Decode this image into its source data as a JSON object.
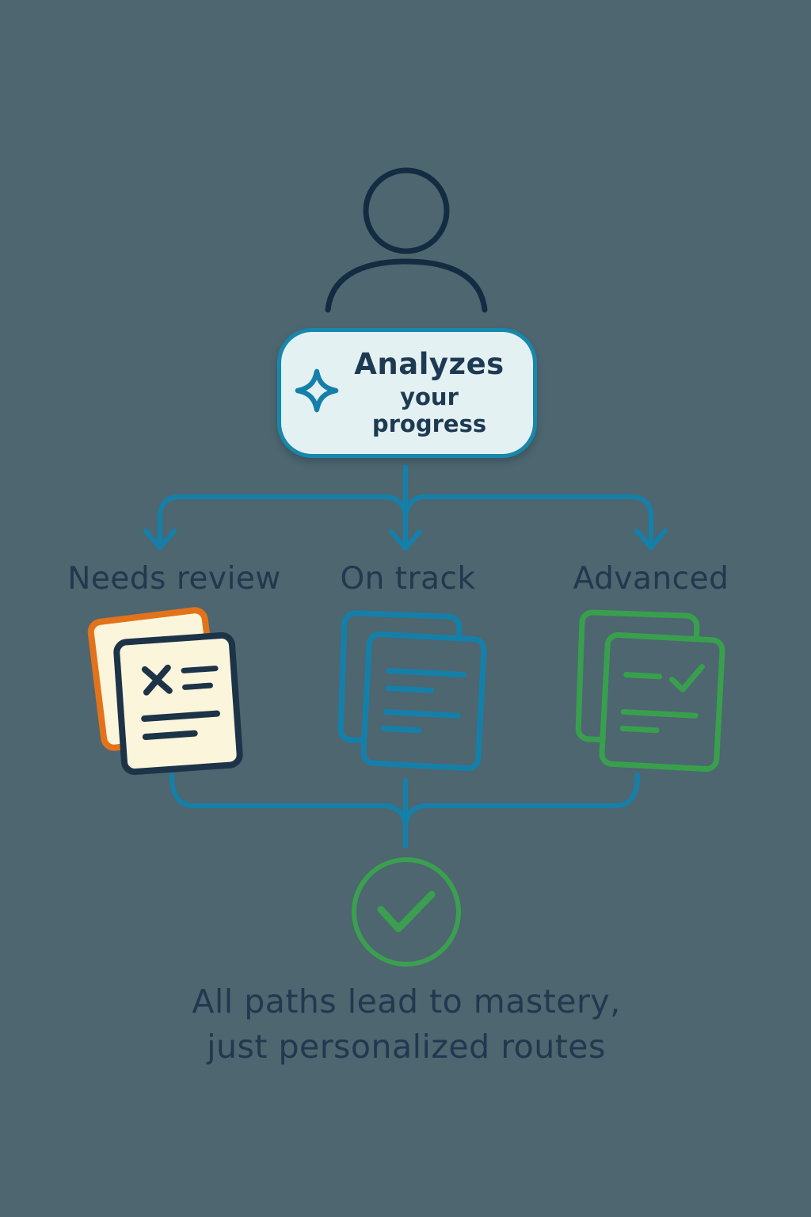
{
  "colors": {
    "background": "#4d6670",
    "navy_icon": "#142c42",
    "navy_text": "#21384e",
    "teal": "#1480aa",
    "teal_border": "#1787ac",
    "box_fill": "#e4f1f2",
    "green": "#38a04d",
    "orange": "#e2731a",
    "cream": "#fbf5dc"
  },
  "source": {
    "icon": "user-icon"
  },
  "analyze_box": {
    "icon": "sparkle-icon",
    "line1": "Analyzes",
    "line2": "your progress"
  },
  "branches": [
    {
      "label": "Needs review",
      "icon": "documents-x-icon",
      "accent": "#e2731a"
    },
    {
      "label": "On track",
      "icon": "documents-lines-icon",
      "accent": "#1480aa"
    },
    {
      "label": "Advanced",
      "icon": "documents-check-icon",
      "accent": "#38a04d"
    }
  ],
  "result": {
    "icon": "check-circle-icon",
    "caption_line1": "All paths lead to mastery,",
    "caption_line2": "just personalized routes"
  }
}
